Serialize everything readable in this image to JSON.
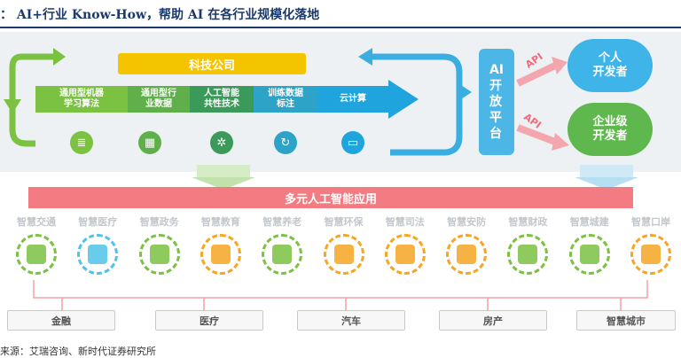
{
  "title": "：  AI+行业 Know-How，帮助 AI 在各行业规模化落地",
  "company_label": "科技公司",
  "segments": [
    {
      "label": "通用型机器\n学习算法",
      "color": "#7bc142"
    },
    {
      "label": "通用型行\n业数据",
      "color": "#5fb04a"
    },
    {
      "label": "人工智能\n共性技术",
      "color": "#3b9a5a"
    },
    {
      "label": "训练数据\n标注",
      "color": "#2ca3c7"
    },
    {
      "label": "云计算",
      "color": "#1fa4dd"
    }
  ],
  "segment_icons": [
    {
      "name": "database-icon",
      "glyph": "≣",
      "color": "#7bc142"
    },
    {
      "name": "calculator-icon",
      "glyph": "▦",
      "color": "#5fb04a"
    },
    {
      "name": "gear-network-icon",
      "glyph": "✲",
      "color": "#3b9a5a"
    },
    {
      "name": "cycle-icon",
      "glyph": "↻",
      "color": "#2ca3c7"
    },
    {
      "name": "cloud-monitor-icon",
      "glyph": "▭",
      "color": "#1fa4dd"
    }
  ],
  "platform_label": "AI\n开\n放\n平\n台",
  "api_label": "API",
  "developers": [
    {
      "label": "个人\n开发者",
      "color": "#3fb4e8"
    },
    {
      "label": "企业级\n开发者",
      "color": "#5fb84d"
    }
  ],
  "apps_label": "多元人工智能应用",
  "apps": [
    {
      "label": "智慧交通",
      "icon": "network-icon",
      "color": "#7bc142"
    },
    {
      "label": "智慧医疗",
      "icon": "medical-icon",
      "color": "#4fc3e8"
    },
    {
      "label": "智慧政务",
      "icon": "government-icon",
      "color": "#7bc142"
    },
    {
      "label": "智慧教育",
      "icon": "education-icon",
      "color": "#f5a623"
    },
    {
      "label": "智慧养老",
      "icon": "elderly-care-icon",
      "color": "#7bc142"
    },
    {
      "label": "智慧环保",
      "icon": "environment-icon",
      "color": "#f5a623"
    },
    {
      "label": "智慧司法",
      "icon": "justice-icon",
      "color": "#f5a623"
    },
    {
      "label": "智慧安防",
      "icon": "security-icon",
      "color": "#f5a623"
    },
    {
      "label": "智慧财政",
      "icon": "finance-icon",
      "color": "#7bc142"
    },
    {
      "label": "智慧城建",
      "icon": "city-build-icon",
      "color": "#7bc142"
    },
    {
      "label": "智慧口岸",
      "icon": "port-icon",
      "color": "#f5a623"
    }
  ],
  "sectors": [
    "金融",
    "医疗",
    "汽车",
    "房产",
    "智慧城市"
  ],
  "source": "来源：艾瑞咨询、新时代证券研究所"
}
